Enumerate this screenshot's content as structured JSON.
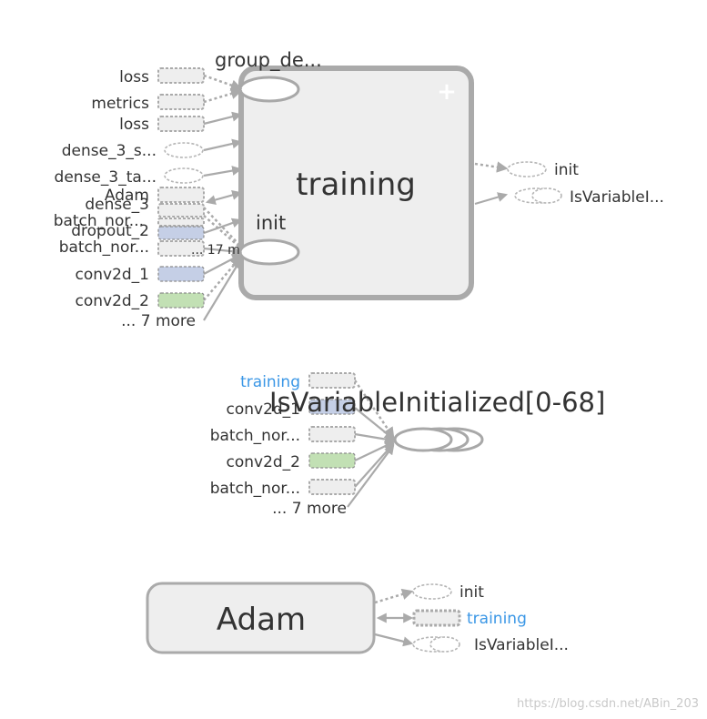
{
  "training_group": {
    "title": "training",
    "top_label": "group_de...",
    "init_label": "init",
    "expand_symbol": "+",
    "inputs": [
      {
        "label": "loss",
        "type": "op"
      },
      {
        "label": "metrics",
        "type": "op"
      },
      {
        "label": "loss",
        "type": "op"
      },
      {
        "label": "dense_3_s...",
        "type": "ellipse"
      },
      {
        "label": "dense_3_ta...",
        "type": "ellipse"
      },
      {
        "label": "Adam",
        "type": "op"
      },
      {
        "label": "dense_3",
        "type": "op"
      },
      {
        "label": "batch_nor...",
        "type": "op"
      },
      {
        "label": "dropout_2",
        "type": "blue"
      },
      {
        "label": "batch_nor...",
        "type": "op"
      },
      {
        "label": "... 17 m",
        "type": "op"
      },
      {
        "label": "conv2d_1",
        "type": "blue"
      },
      {
        "label": "conv2d_2",
        "type": "green"
      },
      {
        "label": "... 7 more",
        "type": "none"
      }
    ],
    "outputs": [
      {
        "label": "init"
      },
      {
        "label": "IsVariableI..."
      }
    ]
  },
  "isvar_group": {
    "title": "IsVariableInitialized[0-68]",
    "inputs": [
      {
        "label": "training",
        "highlight": true
      },
      {
        "label": "conv2d_1"
      },
      {
        "label": "batch_nor..."
      },
      {
        "label": "conv2d_2"
      },
      {
        "label": "batch_nor..."
      },
      {
        "label": "... 7 more"
      }
    ]
  },
  "adam_group": {
    "title": "Adam",
    "outputs": [
      {
        "label": "init",
        "highlight": false
      },
      {
        "label": "training",
        "highlight": true
      },
      {
        "label": "IsVariableI...",
        "highlight": false
      }
    ]
  },
  "watermark": "https://blog.csdn.net/ABin_203",
  "colors": {
    "edge": "#aaaaaa",
    "highlight": "#3b97e6",
    "blue_node": "#c5cfe6",
    "green_node": "#c2e0b4",
    "group_fill": "#eeeeee"
  }
}
